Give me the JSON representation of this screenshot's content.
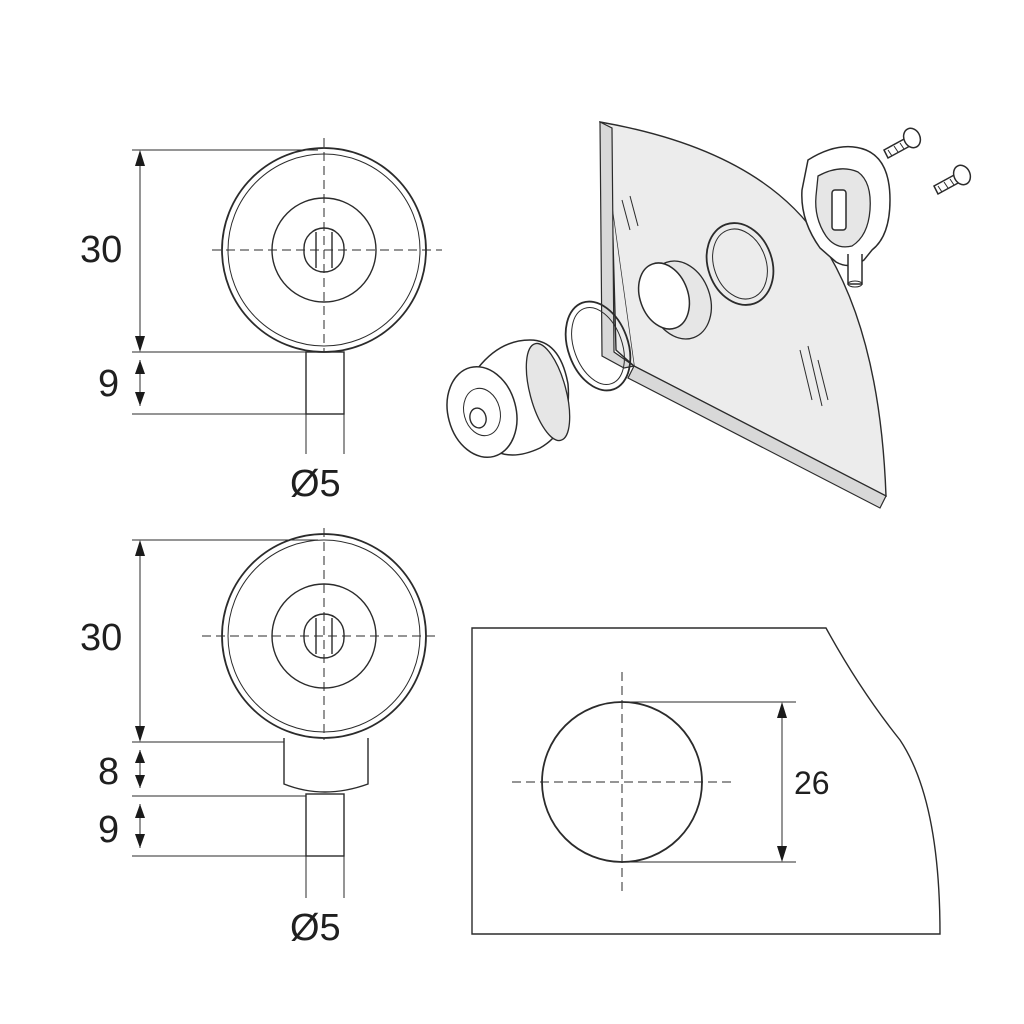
{
  "views": {
    "top": {
      "dim_height": "30",
      "dim_pin_length": "9",
      "dim_pin_diameter": "Ø5"
    },
    "bottom": {
      "dim_height": "30",
      "dim_collar_length": "8",
      "dim_pin_length": "9",
      "dim_pin_diameter": "Ø5"
    },
    "cutout": {
      "dim_hole_diameter": "26"
    }
  }
}
